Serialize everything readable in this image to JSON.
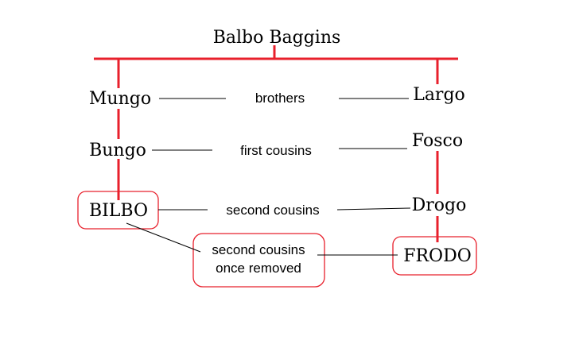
{
  "title": "Balbo Baggins",
  "people": {
    "mungo": "Mungo",
    "bungo": "Bungo",
    "bilbo": "BILBO",
    "largo": "Largo",
    "fosco": "Fosco",
    "drogo": "Drogo",
    "frodo": "FRODO"
  },
  "relations": {
    "brothers": "brothers",
    "first_cousins": "first cousins",
    "second_cousins": "second cousins",
    "second_cousins_once_removed": [
      "second cousins",
      "once removed"
    ]
  },
  "colors": {
    "lineage": "#e8202c",
    "connector": "#000000",
    "highlight_box": "#e8202c"
  }
}
